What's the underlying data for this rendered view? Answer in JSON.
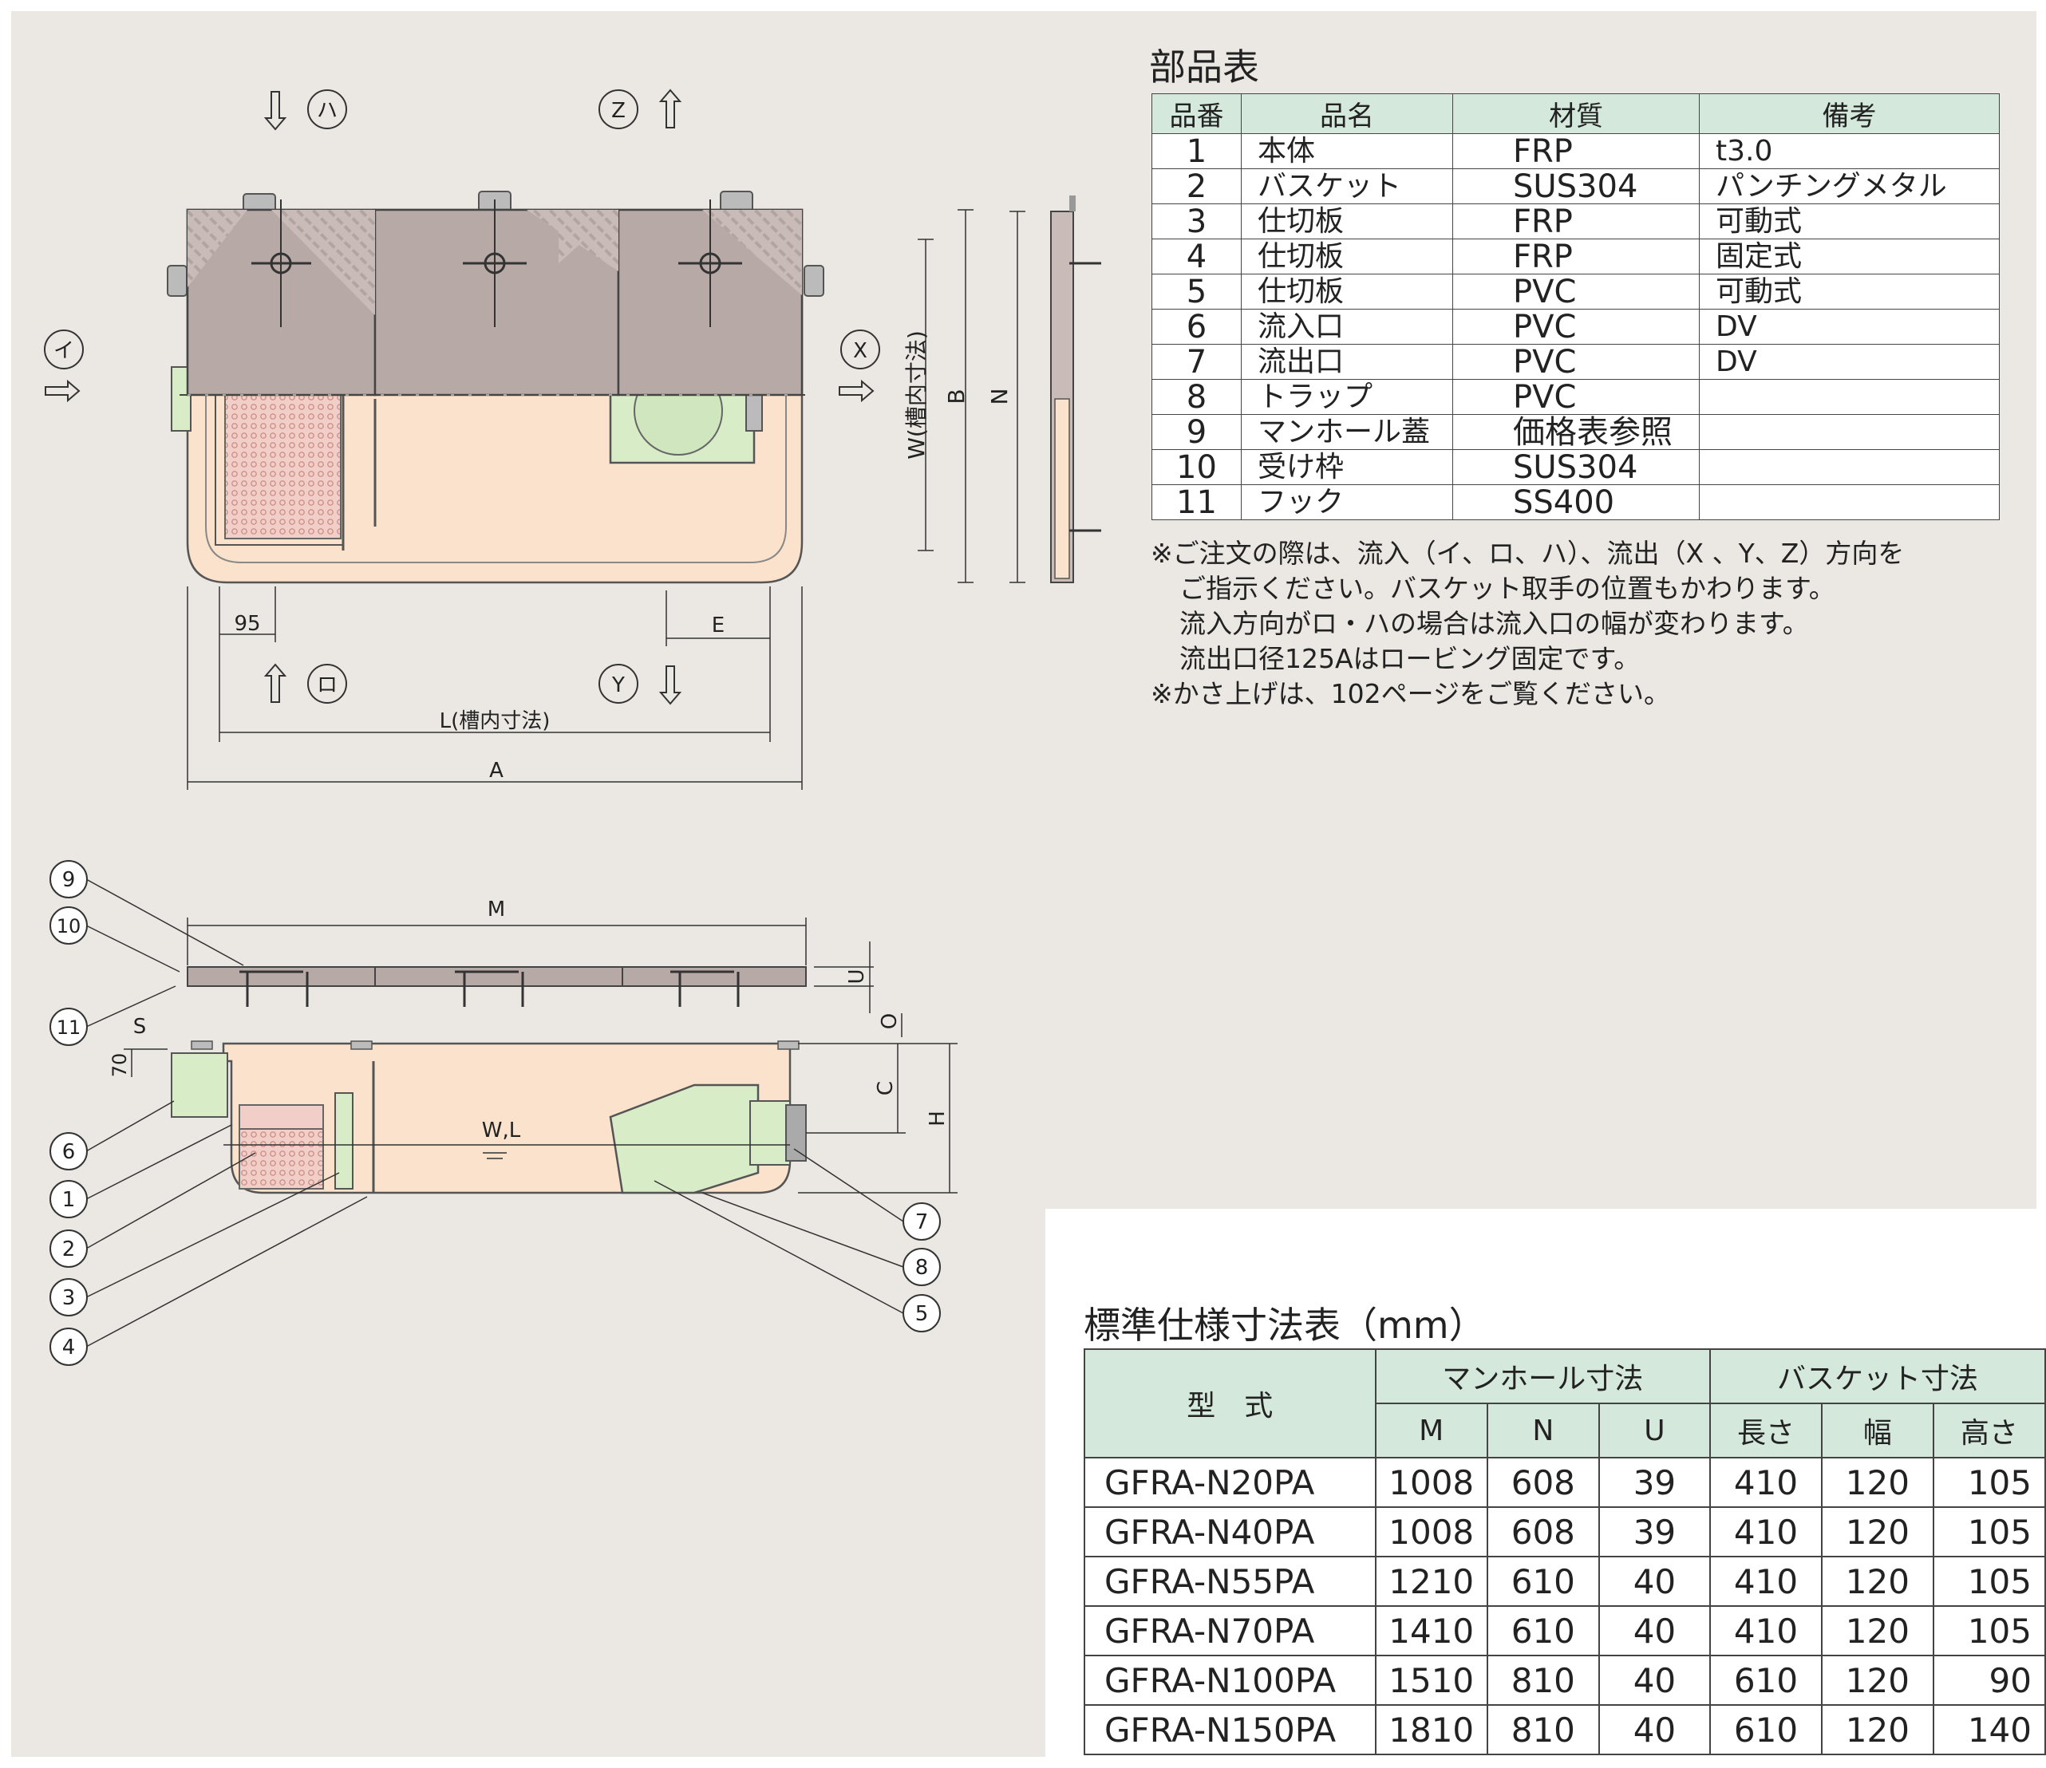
{
  "drawing": {
    "direction_arrows": {
      "ha": "ハ",
      "z": "Z",
      "i": "イ",
      "x": "X",
      "ro": "ロ",
      "y": "Y"
    },
    "dims_plan": {
      "w": "W(槽内寸法)",
      "b": "B",
      "n": "N",
      "d95": "95",
      "e": "E",
      "l": "L(槽内寸法)",
      "a": "A"
    },
    "dims_section": {
      "m": "M",
      "u": "U",
      "o": "O",
      "s": "S",
      "d70": "70",
      "c": "C",
      "h": "H",
      "wl": "W,L"
    },
    "callouts": [
      "9",
      "10",
      "11",
      "6",
      "1",
      "2",
      "3",
      "4",
      "7",
      "8",
      "5"
    ]
  },
  "parts_table": {
    "title": "部品表",
    "headers": [
      "品番",
      "品名",
      "材質",
      "備考"
    ],
    "rows": [
      [
        "1",
        "本体",
        "FRP",
        "t3.0"
      ],
      [
        "2",
        "バスケット",
        "SUS304",
        "パンチングメタル"
      ],
      [
        "3",
        "仕切板",
        "FRP",
        "可動式"
      ],
      [
        "4",
        "仕切板",
        "FRP",
        "固定式"
      ],
      [
        "5",
        "仕切板",
        "PVC",
        "可動式"
      ],
      [
        "6",
        "流入口",
        "PVC",
        "DV"
      ],
      [
        "7",
        "流出口",
        "PVC",
        "DV"
      ],
      [
        "8",
        "トラップ",
        "PVC",
        ""
      ],
      [
        "9",
        "マンホール蓋",
        "価格表参照",
        ""
      ],
      [
        "10",
        "受け枠",
        "SUS304",
        ""
      ],
      [
        "11",
        "フック",
        "SS400",
        ""
      ]
    ],
    "notes": [
      "※ご注文の際は、流入（イ、ロ、ハ）、流出（X 、Y、Z）方向を",
      "ご指示ください。バスケット取手の位置もかわります。",
      "流入方向がロ・ハの場合は流入口の幅が変わります。",
      "流出口径125Aはロービング固定です。",
      "※かさ上げは、102ページをご覧ください。"
    ]
  },
  "spec_table": {
    "title": "標準仕様寸法表（mm）",
    "model_header": "型　式",
    "group_manhole": "マンホール寸法",
    "group_basket": "バスケット寸法",
    "sub_headers": [
      "M",
      "N",
      "U",
      "長さ",
      "幅",
      "高さ"
    ],
    "rows": [
      [
        "GFRA-N20PA",
        "1008",
        "608",
        "39",
        "410",
        "120",
        "105"
      ],
      [
        "GFRA-N40PA",
        "1008",
        "608",
        "39",
        "410",
        "120",
        "105"
      ],
      [
        "GFRA-N55PA",
        "1210",
        "610",
        "40",
        "410",
        "120",
        "105"
      ],
      [
        "GFRA-N70PA",
        "1410",
        "610",
        "40",
        "410",
        "120",
        "105"
      ],
      [
        "GFRA-N100PA",
        "1510",
        "810",
        "40",
        "610",
        "120",
        "90"
      ],
      [
        "GFRA-N150PA",
        "1810",
        "810",
        "40",
        "610",
        "120",
        "140"
      ]
    ]
  }
}
